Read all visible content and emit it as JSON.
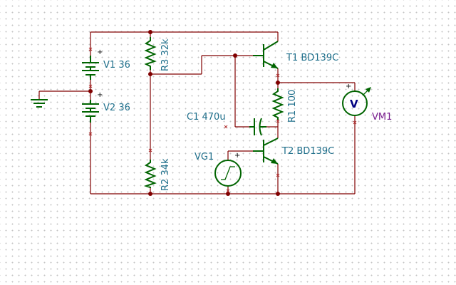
{
  "components": {
    "v1": {
      "name": "V1",
      "value": "36",
      "plus": "+"
    },
    "v2": {
      "name": "V2",
      "value": "36",
      "plus": "+"
    },
    "r3": {
      "name": "R3",
      "value": "32k"
    },
    "r2": {
      "name": "R2",
      "value": "34k"
    },
    "r1": {
      "name": "R1",
      "value": "100"
    },
    "c1": {
      "name": "C1",
      "value": "470u"
    },
    "t1": {
      "name": "T1",
      "model": "BD139C"
    },
    "t2": {
      "name": "T2",
      "model": "BD139C"
    },
    "vg1": {
      "name": "VG1",
      "plus": "+"
    },
    "vm1": {
      "name": "VM1",
      "symbol": "V",
      "plus": "+"
    }
  },
  "colors": {
    "wire": "#800000",
    "component": "#006400",
    "label": "#1f6f8b",
    "meter_label": "#7a1f8f"
  }
}
